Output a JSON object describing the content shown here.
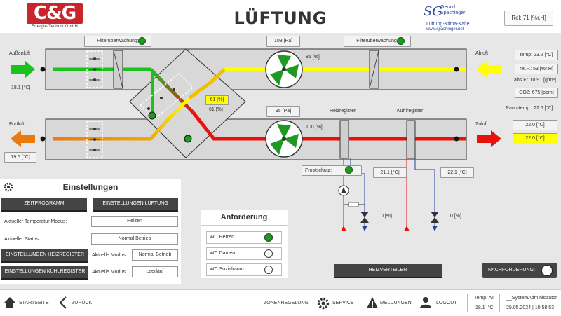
{
  "header": {
    "logo_text": "C&G",
    "logo_sub": "Energie-Technik GmbH",
    "title": "LÜFTUNG",
    "partner_logo": {
      "mark": "SG",
      "line1": "Gerald",
      "line1b": "Spachinger",
      "line2": "Lüftung-Klima-Kälte",
      "line3": "www.spachinger.net"
    },
    "rel_humidity": "Rel: 71 [%r.H]"
  },
  "diagram": {
    "filter_top_left": "Filterüberwachung:",
    "filter_top_right": "Filterüberwachung:",
    "pressure_top": "108 [Pa]",
    "pressure_bottom": "95 [Pa]",
    "fan_top_pct": "85 [%]",
    "fan_bottom_pct": "100 [%]",
    "bypass_pct_highlight": "61 [%]",
    "bypass_pct": "61 [%]",
    "aussenluft": "Außenluft",
    "aussenluft_temp": "18.1 [°C]",
    "fortluft": "Fortluft",
    "fortluft_temp": "19.5 [°C]",
    "abluft": "Abluft",
    "zuluft": "Zuluft",
    "heizregister": "Heizregister",
    "kuehlregister": "Kühlregister",
    "frostschutz": "Frostschutz:",
    "heiz_temp": "21.1 [°C]",
    "kuehl_temp": "22.1 [°C]",
    "heiz_valve_pct": "0 [%]",
    "kuehl_valve_pct": "0 [%]",
    "abluft_values": [
      "temp: 23.2 [°C]",
      "rel.F.: 53 [%r.H]",
      "abs.F.: 10.91 [g/m³]",
      "CO2: 675 [ppm]"
    ],
    "raumtemp": "Raumtemp.: 22.6 [°C]",
    "zuluft_value": "22.0 [°C]",
    "zuluft_setpoint": "22.0 [°C]"
  },
  "settings": {
    "title": "Einstellungen",
    "btn_zeitprogramm": "ZEITPROGRAMM",
    "btn_einst_lueftung": "EINSTELLUNGEN LÜFTUNG",
    "temp_mode_label": "Aktueller Temperatur Modus:",
    "temp_mode_value": "Heizen",
    "status_label": "Aktueller Status:",
    "status_value": "Normal Betrieb",
    "btn_heizregister": "EINSTELLUNGEN HEIZREGISTER",
    "heiz_mode_label": "Aktuelle Modus:",
    "heiz_mode_value": "Normal Betrieb",
    "btn_kuehlregister": "EINSTELLUNGEN KÜHLREGISTER",
    "kuehl_mode_label": "Aktuelle Modus:",
    "kuehl_mode_value": "Leerlauf"
  },
  "anforderung": {
    "title": "Anforderung",
    "items": [
      {
        "label": "WC Herren",
        "active": true
      },
      {
        "label": "WC Damen",
        "active": false
      },
      {
        "label": "WC Sozialraum",
        "active": false
      }
    ]
  },
  "heizverteiler": "HEIZVERTEILER",
  "nachforderung": "NACHFORDERUNG:",
  "footer": {
    "startseite": "STARTSEITE",
    "zurueck": "ZURÜCK",
    "zonenregelung": "ZONENREGELUNG",
    "service": "SERVICE",
    "meldungen": "MELDUNGEN",
    "logout": "LOGOUT",
    "temp_label": "Temp. AT",
    "temp_value": "18.1 [°C]",
    "user": "__SystemAdministrator",
    "date": "29.05.2024",
    "time": "10:58:53"
  },
  "colors": {
    "green": "#1cc21c",
    "yellow": "#ffff00",
    "red": "#e8120c",
    "orange": "#e87a10",
    "setpoint_bg": "#ffff00"
  }
}
